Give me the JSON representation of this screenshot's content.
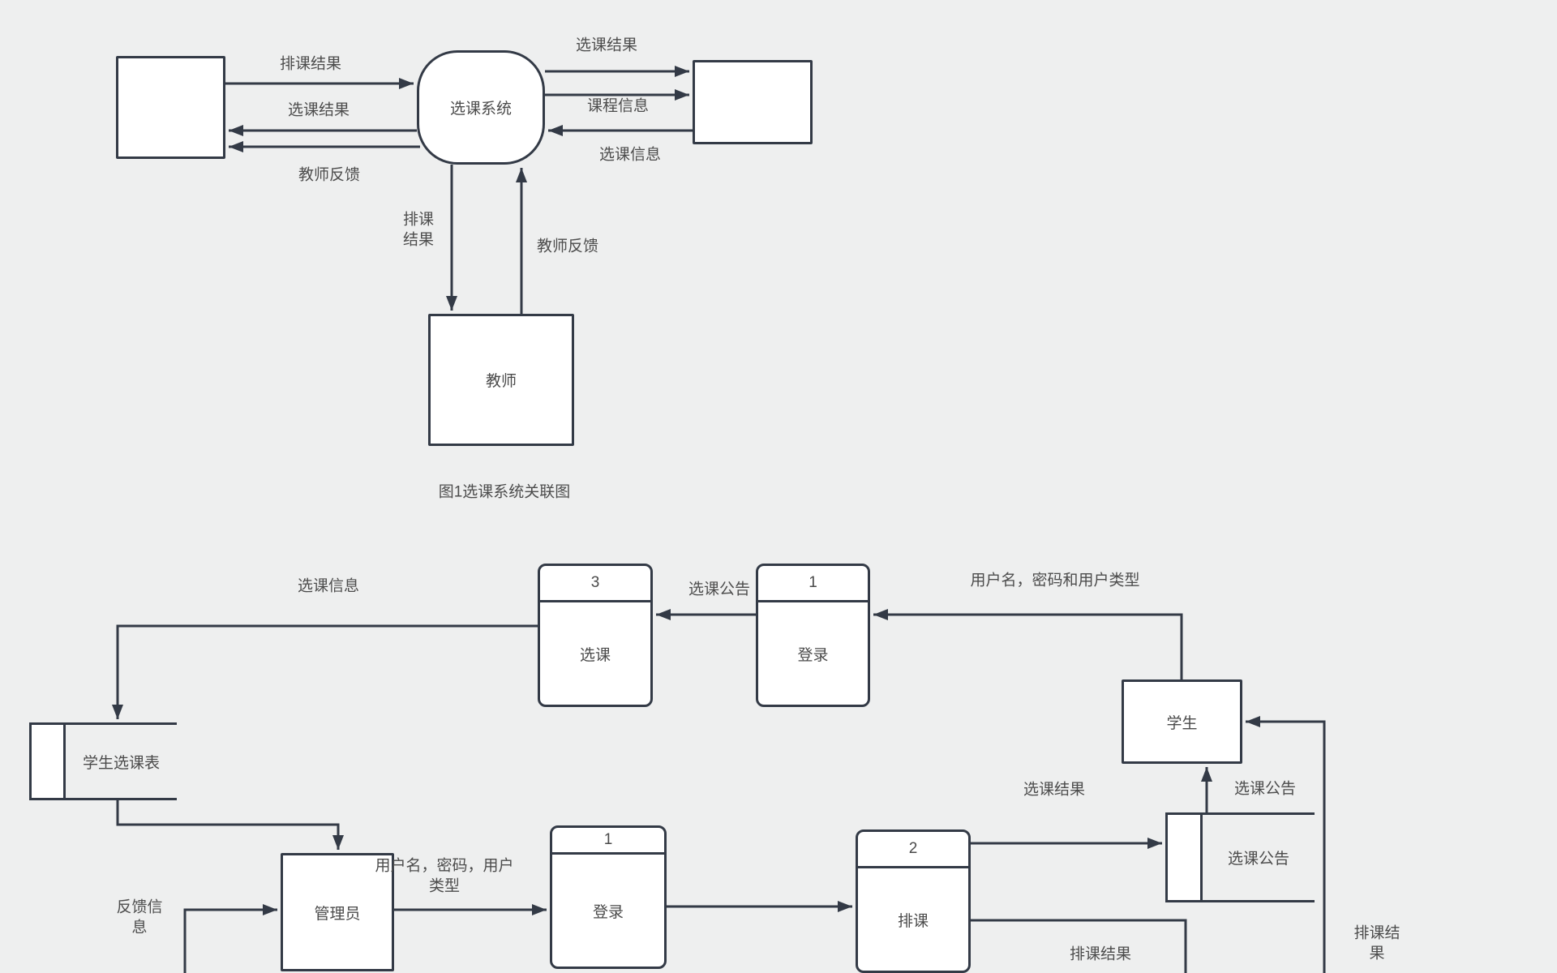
{
  "colors": {
    "background": "#eeefef",
    "stroke": "#333a46",
    "text": "#4c4c4c"
  },
  "context_diagram": {
    "caption": "图1选课系统关联图",
    "system_process": "选课系统",
    "teacher_entity": "教师",
    "labels": {
      "paike_jieguo_left": "排课结果",
      "xuanke_jieguo_left": "选课结果",
      "jiaoshi_fankui_left": "教师反馈",
      "xuanke_jieguo_right": "选课结果",
      "kecheng_xinxi": "课程信息",
      "xuanke_xinxi": "选课信息",
      "paike_jieguo_down": "排课\n结果",
      "jiaoshi_fankui_up": "教师反馈"
    }
  },
  "level1_diagram": {
    "processes": {
      "xuanke": {
        "number": "3",
        "name": "选课"
      },
      "denglu_top": {
        "number": "1",
        "name": "登录"
      },
      "denglu_bottom": {
        "number": "1",
        "name": "登录"
      },
      "paike": {
        "number": "2",
        "name": "排课"
      }
    },
    "entities": {
      "student": "学生",
      "admin": "管理员"
    },
    "stores": {
      "student_course_table": "学生选课表",
      "announcement": "选课公告"
    },
    "labels": {
      "xuanke_gonggao_mid": "选课公告",
      "username_password_type_top": "用户名，密码和用户类型",
      "xuanke_xinxi": "选课信息",
      "fankui_xinxi": "反馈信\n息",
      "username_password_type_bottom": "用户名，密码，用户\n类型",
      "xuanke_jieguo": "选课结果",
      "paike_jieguo_bottom": "排课结果",
      "xuanke_gonggao_right": "选课公告",
      "paike_jieguo_right": "排课结\n果"
    }
  }
}
